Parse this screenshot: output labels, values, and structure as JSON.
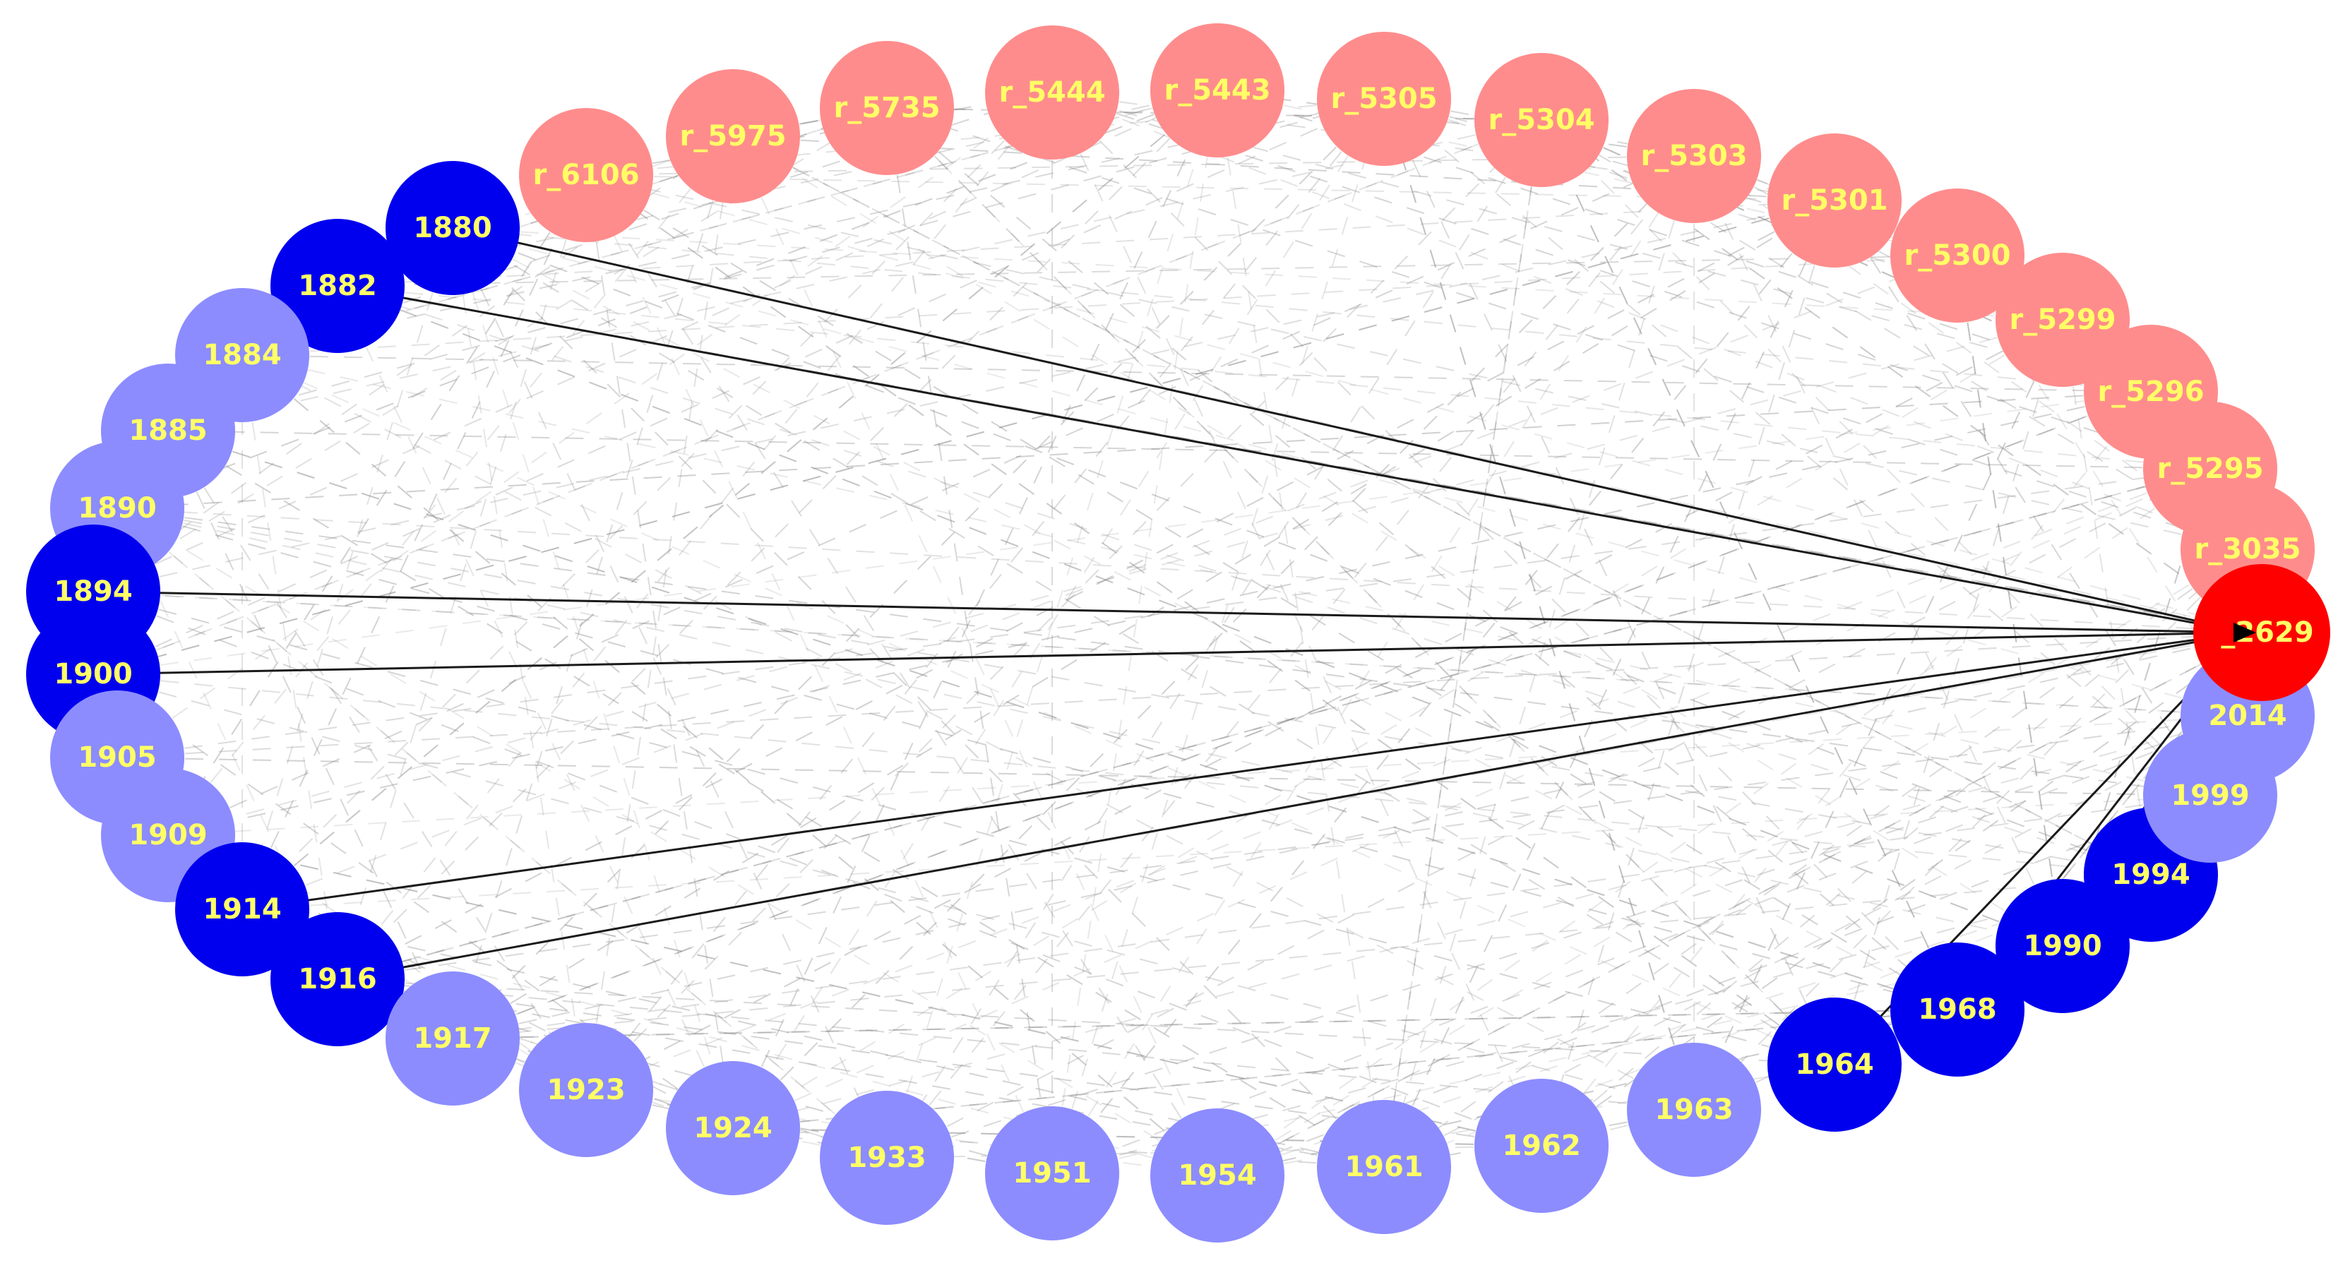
{
  "colors": {
    "background": "#ffffff",
    "label": "#ffff66",
    "faint_node_blue": "#8c8cff",
    "bold_node_blue": "#0000ee",
    "faint_node_red": "#ff8c8c",
    "hub_node_red": "#ff0000",
    "faint_edge": "#8a8a8a",
    "highlight_edge": "#1a1a1a"
  },
  "graph": {
    "hub": {
      "id": "2629",
      "label": "_2629",
      "kind": "hub"
    },
    "nodes": [
      {
        "id": "r_6106",
        "label": "r_6106",
        "kind": "reference"
      },
      {
        "id": "r_5975",
        "label": "r_5975",
        "kind": "reference"
      },
      {
        "id": "r_5735",
        "label": "r_5735",
        "kind": "reference"
      },
      {
        "id": "r_5444",
        "label": "r_5444",
        "kind": "reference"
      },
      {
        "id": "r_5443",
        "label": "r_5443",
        "kind": "reference"
      },
      {
        "id": "r_5305",
        "label": "r_5305",
        "kind": "reference"
      },
      {
        "id": "r_5304",
        "label": "r_5304",
        "kind": "reference"
      },
      {
        "id": "r_5303",
        "label": "r_5303",
        "kind": "reference"
      },
      {
        "id": "r_5301",
        "label": "r_5301",
        "kind": "reference"
      },
      {
        "id": "r_5300",
        "label": "r_5300",
        "kind": "reference"
      },
      {
        "id": "r_5299",
        "label": "r_5299",
        "kind": "reference"
      },
      {
        "id": "r_5296",
        "label": "r_5296",
        "kind": "reference"
      },
      {
        "id": "r_5295",
        "label": "r_5295",
        "kind": "reference"
      },
      {
        "id": "r_3035",
        "label": "r_3035",
        "kind": "reference"
      },
      {
        "id": "1880",
        "label": "1880",
        "kind": "highlighted"
      },
      {
        "id": "1882",
        "label": "1882",
        "kind": "highlighted"
      },
      {
        "id": "1884",
        "label": "1884",
        "kind": "year"
      },
      {
        "id": "1885",
        "label": "1885",
        "kind": "year"
      },
      {
        "id": "1890",
        "label": "1890",
        "kind": "year"
      },
      {
        "id": "1894",
        "label": "1894",
        "kind": "highlighted"
      },
      {
        "id": "1900",
        "label": "1900",
        "kind": "highlighted"
      },
      {
        "id": "1905",
        "label": "1905",
        "kind": "year"
      },
      {
        "id": "1909",
        "label": "1909",
        "kind": "year"
      },
      {
        "id": "1914",
        "label": "1914",
        "kind": "highlighted"
      },
      {
        "id": "1916",
        "label": "1916",
        "kind": "highlighted"
      },
      {
        "id": "1917",
        "label": "1917",
        "kind": "year"
      },
      {
        "id": "1923",
        "label": "1923",
        "kind": "year"
      },
      {
        "id": "1924",
        "label": "1924",
        "kind": "year"
      },
      {
        "id": "1933",
        "label": "1933",
        "kind": "year"
      },
      {
        "id": "1951",
        "label": "1951",
        "kind": "year"
      },
      {
        "id": "1954",
        "label": "1954",
        "kind": "year"
      },
      {
        "id": "1961",
        "label": "1961",
        "kind": "year"
      },
      {
        "id": "1962",
        "label": "1962",
        "kind": "year"
      },
      {
        "id": "1963",
        "label": "1963",
        "kind": "year"
      },
      {
        "id": "1964",
        "label": "1964",
        "kind": "highlighted"
      },
      {
        "id": "1968",
        "label": "1968",
        "kind": "highlighted"
      },
      {
        "id": "1990",
        "label": "1990",
        "kind": "highlighted"
      },
      {
        "id": "1994",
        "label": "1994",
        "kind": "highlighted"
      },
      {
        "id": "1999",
        "label": "1999",
        "kind": "year"
      },
      {
        "id": "2014",
        "label": "2014",
        "kind": "year"
      }
    ],
    "highlighted_edges": [
      {
        "from": "1880",
        "to": "2629"
      },
      {
        "from": "1882",
        "to": "2629"
      },
      {
        "from": "1894",
        "to": "2629"
      },
      {
        "from": "1900",
        "to": "2629"
      },
      {
        "from": "1914",
        "to": "2629"
      },
      {
        "from": "1916",
        "to": "2629"
      },
      {
        "from": "1964",
        "to": "2629"
      },
      {
        "from": "1968",
        "to": "2629"
      },
      {
        "from": "1990",
        "to": "2629"
      },
      {
        "from": "1994",
        "to": "2629"
      }
    ]
  }
}
